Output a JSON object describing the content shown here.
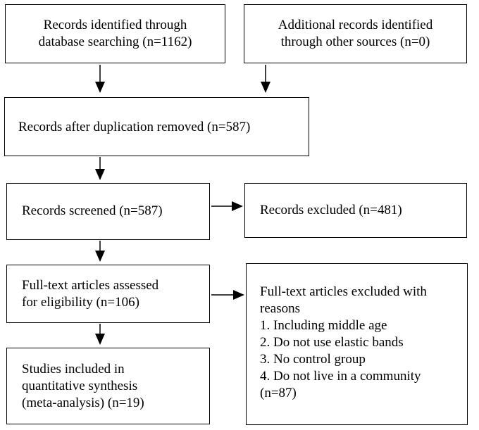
{
  "boxes": {
    "identification_database": {
      "lines": [
        "Records identified through",
        "database searching (n=1162)"
      ]
    },
    "identification_other": {
      "lines": [
        "Additional records identified",
        "through other sources (n=0)"
      ]
    },
    "after_duplicates": {
      "lines": [
        "Records after duplication removed (n=587)"
      ]
    },
    "screened": {
      "lines": [
        "Records screened (n=587)"
      ]
    },
    "excluded": {
      "lines": [
        "Records excluded (n=481)"
      ]
    },
    "fulltext_assessed": {
      "lines": [
        "Full-text articles assessed",
        "for eligibility (n=106)"
      ]
    },
    "fulltext_excluded": {
      "lines": [
        "Full-text articles excluded with",
        "reasons",
        "1. Including middle age",
        "2. Do not use elastic bands",
        "3. No control group",
        "4. Do not live in a community",
        "(n=87)"
      ]
    },
    "included": {
      "lines": [
        "Studies included in",
        "quantitative synthesis",
        "(meta-analysis) (n=19)"
      ]
    }
  }
}
